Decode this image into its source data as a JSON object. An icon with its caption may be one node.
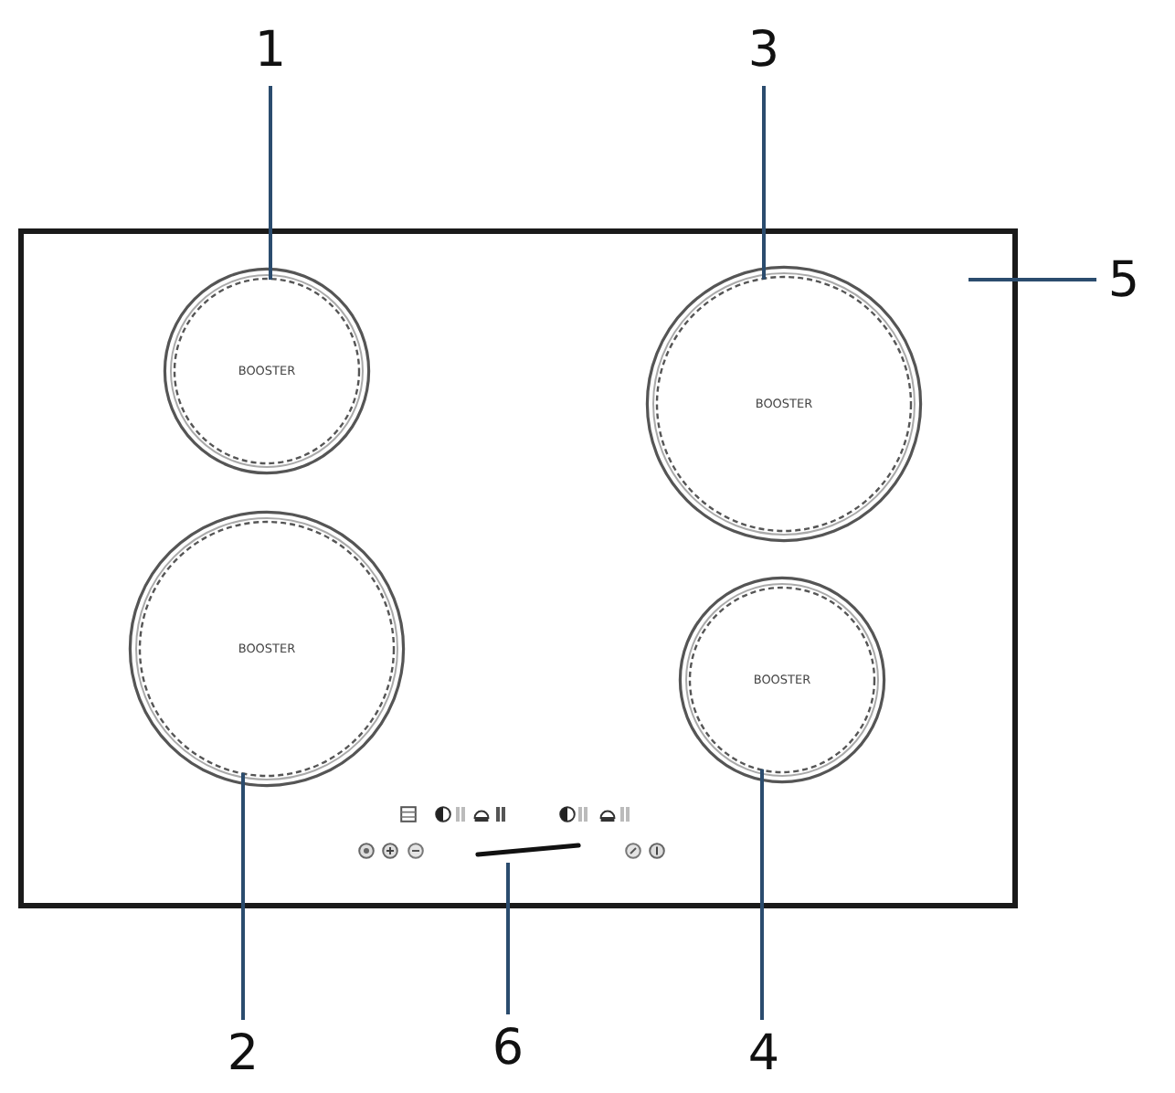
{
  "diagram": {
    "nodes": [
      {
        "text": [
          "1"
        ]
      },
      {
        "text": [
          "3"
        ]
      },
      {
        "text": [
          "5"
        ]
      },
      {
        "text": [],
        "shape": "box"
      },
      {
        "text": [
          "BOOSTER"
        ],
        "in": 3
      },
      {
        "text": [
          "BOOSTER"
        ],
        "in": 3
      },
      {
        "text": [
          "BOOSTER"
        ],
        "in": 3
      },
      {
        "text": [
          "BOOSTER"
        ],
        "in": 3
      },
      {
        "text": [],
        "shape": "bar",
        "in": 3
      },
      {
        "text": [
          "2"
        ]
      },
      {
        "text": [
          "6"
        ]
      },
      {
        "text": [
          "4"
        ]
      }
    ],
    "edges": [
      {
        "from": 0,
        "to": 4,
        "arrow": "none"
      },
      {
        "from": 1,
        "to": 5,
        "arrow": "none"
      },
      {
        "from": 2,
        "to": 3,
        "arrow": "none"
      },
      {
        "from": 9,
        "to": 6,
        "arrow": "none"
      },
      {
        "from": 10,
        "to": 8,
        "arrow": "none"
      },
      {
        "from": 11,
        "to": 7,
        "arrow": "none"
      }
    ]
  }
}
